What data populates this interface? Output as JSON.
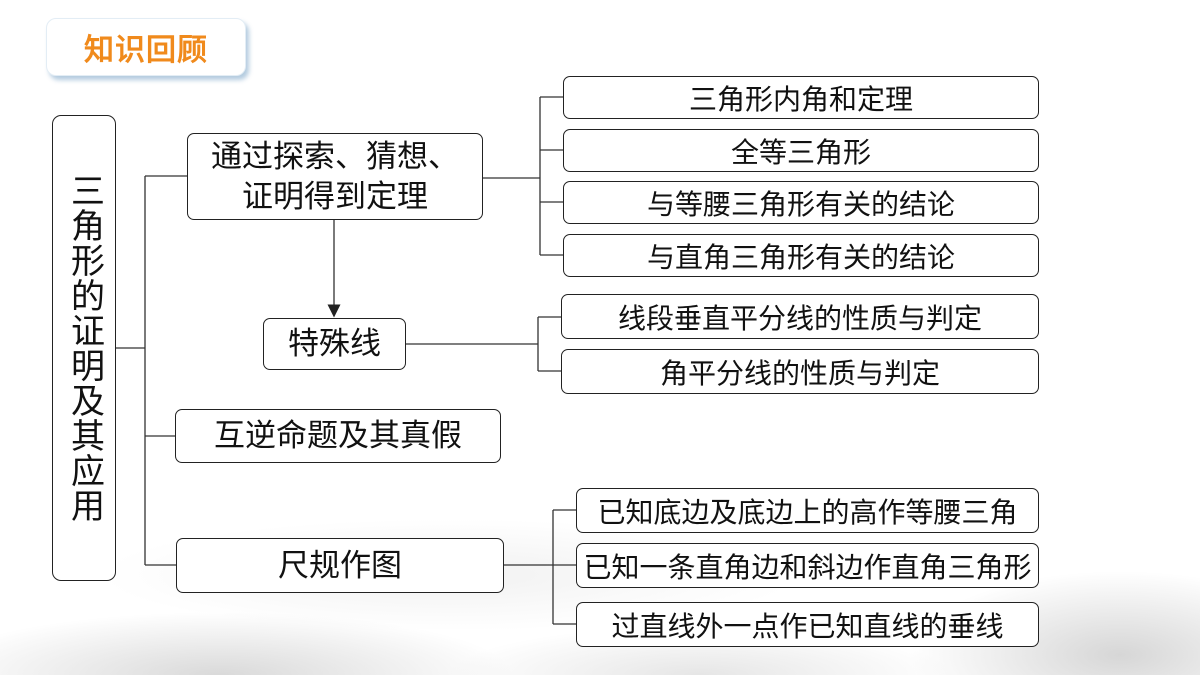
{
  "header": {
    "title": "知识回顾"
  },
  "root": {
    "label": "三角形的证明及其应用"
  },
  "branches": [
    {
      "label_line1": "通过探索、猜想、",
      "label_line2": "证明得到定理",
      "children": [
        "三角形内角和定理",
        "全等三角形",
        "与等腰三角形有关的结论",
        "与直角三角形有关的结论"
      ]
    },
    {
      "label": "特殊线",
      "children": [
        "线段垂直平分线的性质与判定",
        "角平分线的性质与判定"
      ]
    },
    {
      "label": "互逆命题及其真假",
      "children": []
    },
    {
      "label": "尺规作图",
      "children": [
        "已知底边及底边上的高作等腰三角",
        "已知一条直角边和斜边作直角三角形",
        "过直线外一点作已知直线的垂线"
      ]
    }
  ],
  "colors": {
    "title": "#f08a1c",
    "title_shadow": "#a0bed7",
    "border": "#222222"
  }
}
